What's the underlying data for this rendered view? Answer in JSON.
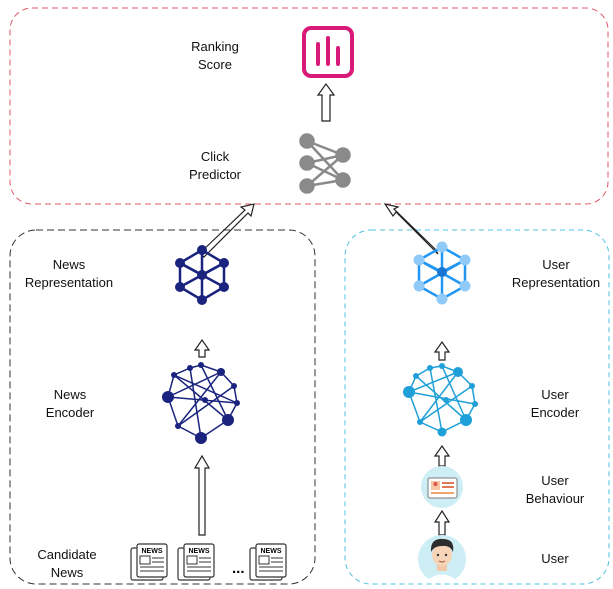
{
  "top_panel": {
    "ranking_score": [
      "Ranking",
      "Score"
    ],
    "click_predictor": [
      "Click",
      "Predictor"
    ]
  },
  "news_panel": {
    "news_representation": [
      "News",
      "Representation"
    ],
    "news_encoder": [
      "News",
      "Encoder"
    ],
    "candidate_news": [
      "Candidate",
      "News"
    ],
    "news_badge": "NEWS",
    "ellipsis": "..."
  },
  "user_panel": {
    "user_representation": [
      "User",
      "Representation"
    ],
    "user_encoder": [
      "User",
      "Encoder"
    ],
    "user_behaviour": [
      "User",
      "Behaviour"
    ],
    "user": "User"
  },
  "colors": {
    "top_border": "#e05a6a",
    "news_border": "#333333",
    "user_border": "#4fc1e0",
    "score_icon": "#d81b7a",
    "predictor_icon": "#8a8a8a",
    "news_icon": "#1a237e",
    "user_rep_icon": "#2196f3",
    "user_enc_icon": "#1fa0d8"
  },
  "icons": [
    "bar-chart-icon",
    "neural-network-icon",
    "hexagon-network-icon",
    "network-graph-icon",
    "newspaper-icon",
    "user-profile-icon",
    "user-avatar-icon"
  ]
}
